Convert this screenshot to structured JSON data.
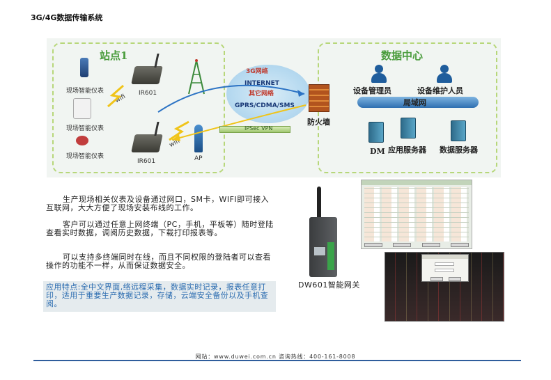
{
  "header": {
    "title": "3G/4G数据传输系统"
  },
  "diagram": {
    "site_title": "站点1",
    "dc_title": "数据中心",
    "meter_labels": [
      "现场智能仪表",
      "现场智能仪表",
      "现场智能仪表"
    ],
    "router_labels": [
      "IR601",
      "IR601"
    ],
    "wifi_labels": [
      "wifi",
      "wifi"
    ],
    "ap_label": "AP",
    "network_3g": "3G网络",
    "internet": "INTERNET",
    "other_network": "其它网络",
    "gprs": "GPRS/CDMA/SMS",
    "ipsec": "IPSec VPN",
    "firewall": "防火墙",
    "lan": "局域网",
    "device_manager": "设备管理员",
    "maintainer": "设备维护人员",
    "dm": "DM",
    "app_server": "应用服务器",
    "data_server": "数据服务器"
  },
  "paragraphs": [
    "生产现场相关仪表及设备通过网口，SM卡，WIFI即可接入互联网，大大方便了现场安装布线的工作。",
    "客户可以通过任意上网终端（PC，手机，平板等）随时登陆查看实时数据，调阅历史数据，下载打印报表等。",
    "可以支持多终端同时在线，而且不同权限的登陆者可以查看操作的功能不一样，从而保证数据安全。"
  ],
  "features": "应用特点:全中文界面,络远程采集，数据实时记录，报表任意打印，适用于重要生产数据记录，存储，云端安全备份以及手机查阅。",
  "device": {
    "label": "DW601智能网关"
  },
  "footer": "网站：www.duwei.com.cn    咨询热线：400-161-8008",
  "colors": {
    "accent_blue": "#2b6cb0",
    "zone_green": "#b7d77a",
    "title_green": "#4a9c3c",
    "footer_line": "#2f5d9c"
  }
}
